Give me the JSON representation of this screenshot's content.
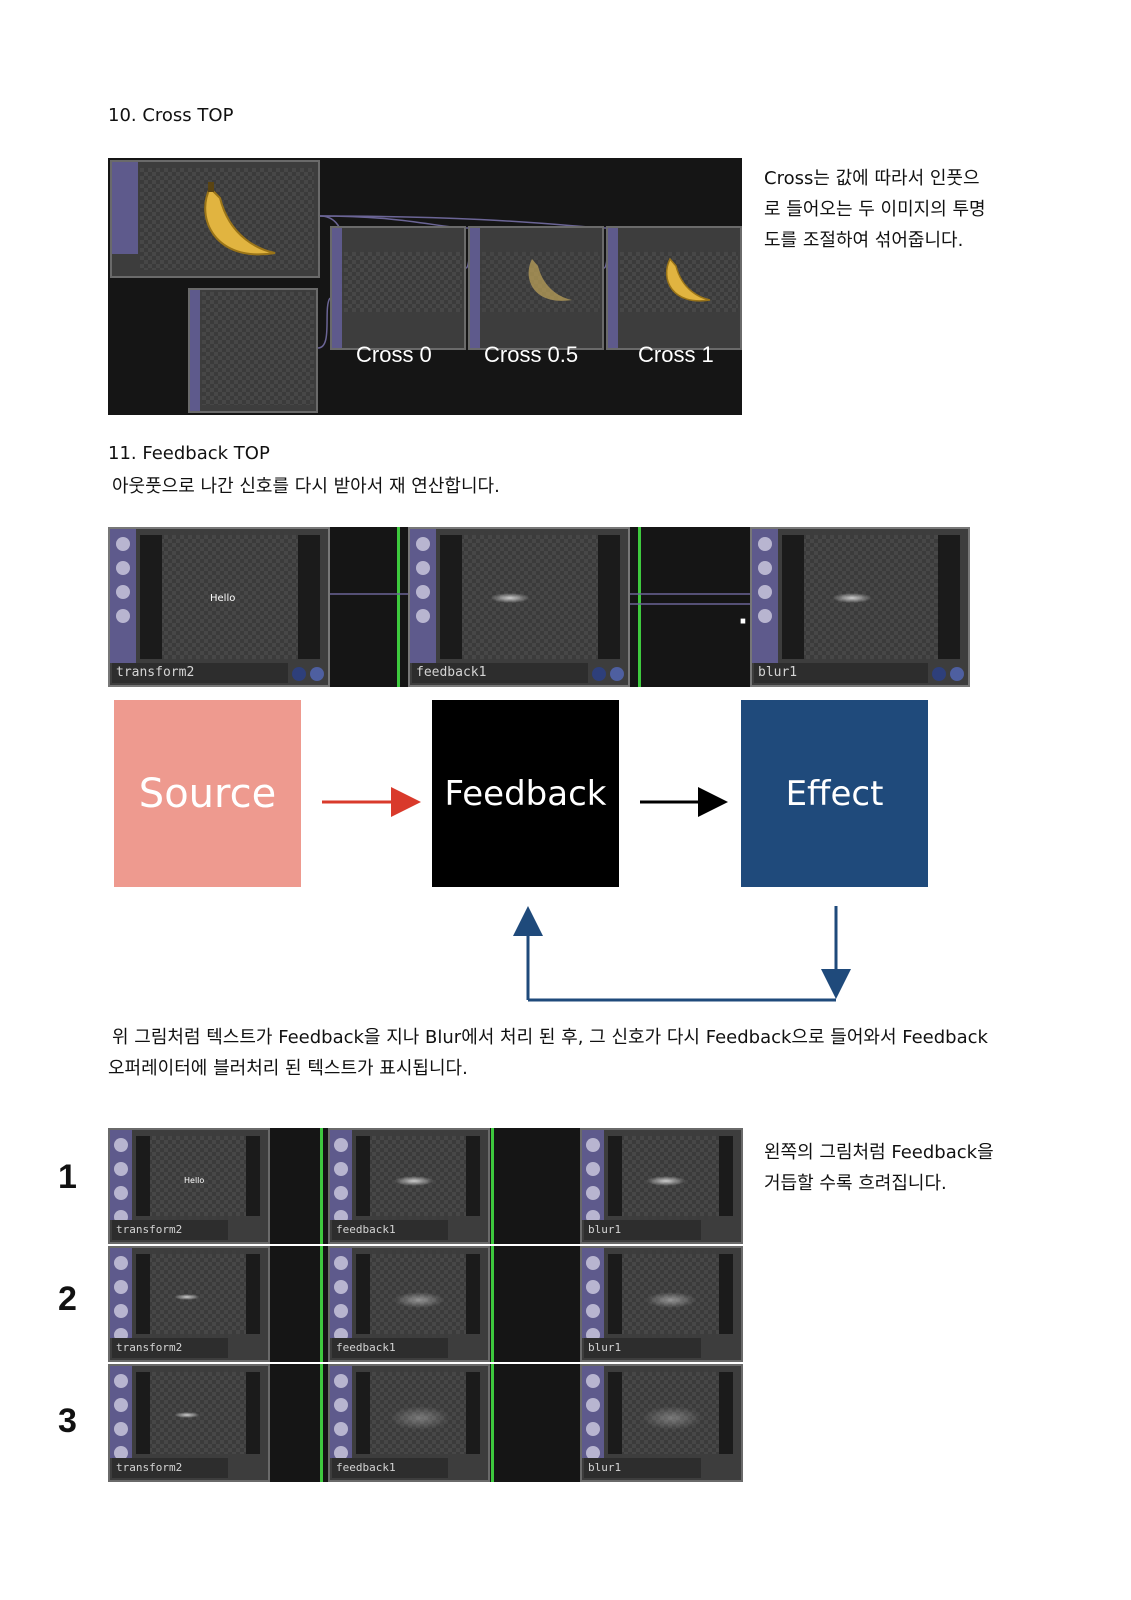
{
  "section10": {
    "heading": "10. Cross TOP",
    "description": "Cross는 값에 따라서 인풋으로 들어오는 두 이미지의 투명도를 조절하여 섞어줍니다.",
    "description_lines": [
      "Cross는 값에 따라서 인풋으",
      "로 들어오는 두 이미지의 투명",
      "도를 조절하여 섞어줍니다."
    ],
    "cross_labels": [
      "Cross 0",
      "Cross 0.5",
      "Cross 1"
    ]
  },
  "section11": {
    "heading": "11. Feedback TOP",
    "subtitle": "아웃풋으로 나간 신호를 다시 받아서 재 연산합니다.",
    "nodes": [
      "transform2",
      "feedback1",
      "blur1"
    ],
    "node_text": "Hello",
    "diagram": {
      "source": "Source",
      "feedback": "Feedback",
      "effect": "Effect",
      "colors": {
        "source": "#ee9a8f",
        "feedback": "#000000",
        "effect": "#1f4a7b",
        "arrow_red": "#d93a2b",
        "arrow_blue": "#1f4a7b"
      }
    },
    "explanation_lines": [
      "위 그림처럼 텍스트가 Feedback을 지나 Blur에서 처리 된 후, 그 신호가 다시 Feedback으로 들어와서 Feedback",
      "오퍼레이터에 블러처리 된 텍스트가 표시됩니다."
    ]
  },
  "section_rows": {
    "row_labels": [
      "1",
      "2",
      "3"
    ],
    "description_lines": [
      "왼쪽의 그림처럼 Feedback을",
      "거듭할 수록 흐려집니다."
    ]
  }
}
